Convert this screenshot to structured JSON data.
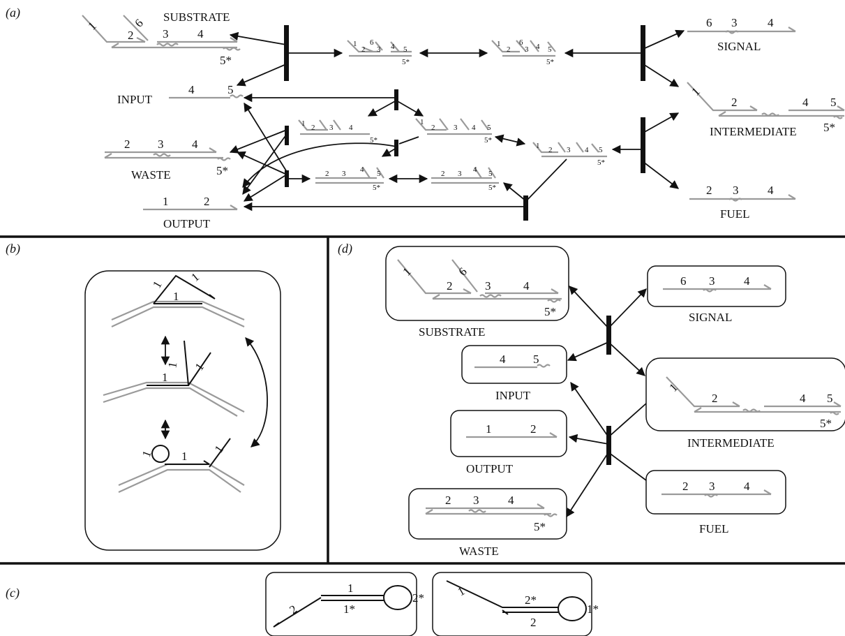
{
  "panels": {
    "a": "(a)",
    "b": "(b)",
    "c": "(c)",
    "d": "(d)"
  },
  "species": {
    "substrate": "SUBSTRATE",
    "input": "INPUT",
    "waste": "WASTE",
    "output": "OUTPUT",
    "signal": "SIGNAL",
    "intermediate": "INTERMEDIATE",
    "fuel": "FUEL"
  },
  "domains": {
    "d1": "1",
    "d2": "2",
    "d3": "3",
    "d4": "4",
    "d5": "5",
    "d6": "6",
    "d5c": "5*",
    "d1c": "1*",
    "d2c": "2*"
  },
  "colors": {
    "strand_grey": "#9a9a9a",
    "strand_black": "#111111"
  }
}
